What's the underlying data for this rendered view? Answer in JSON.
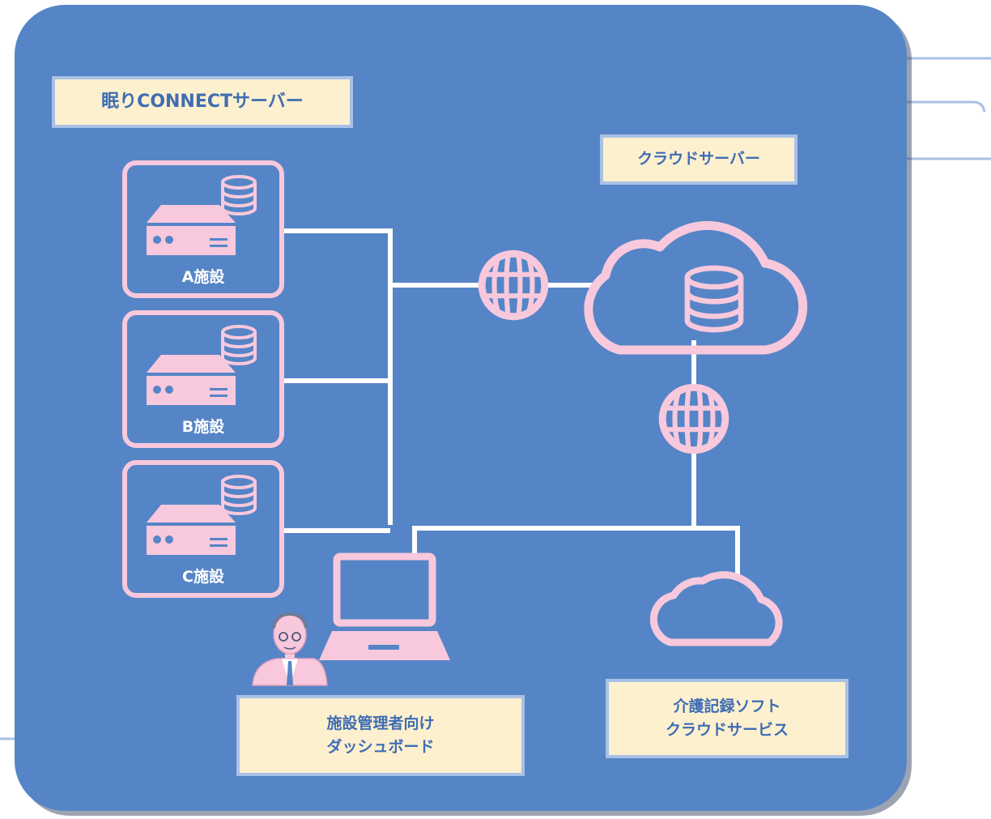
{
  "labels": {
    "nemuri_server": "眠りCONNECTサーバー",
    "cloud_server": "クラウドサーバー",
    "dashboard_line1": "施設管理者向け",
    "dashboard_line2": "ダッシュボード",
    "care_line1": "介護記録ソフト",
    "care_line2": "クラウドサービス"
  },
  "facilities": [
    {
      "label": "A施設"
    },
    {
      "label": "B施設"
    },
    {
      "label": "C施設"
    }
  ],
  "icons": [
    "server-icon",
    "database-icon",
    "globe-icon",
    "cloud-icon",
    "laptop-icon",
    "person-icon"
  ],
  "colors": {
    "panel": "#5585c6",
    "pink": "#f8c8dc",
    "label_bg": "#fdf0cf",
    "label_border": "#a9c1e6",
    "label_text": "#3f6db3",
    "connector": "#ffffff",
    "leader_line": "#a9c1e6"
  }
}
